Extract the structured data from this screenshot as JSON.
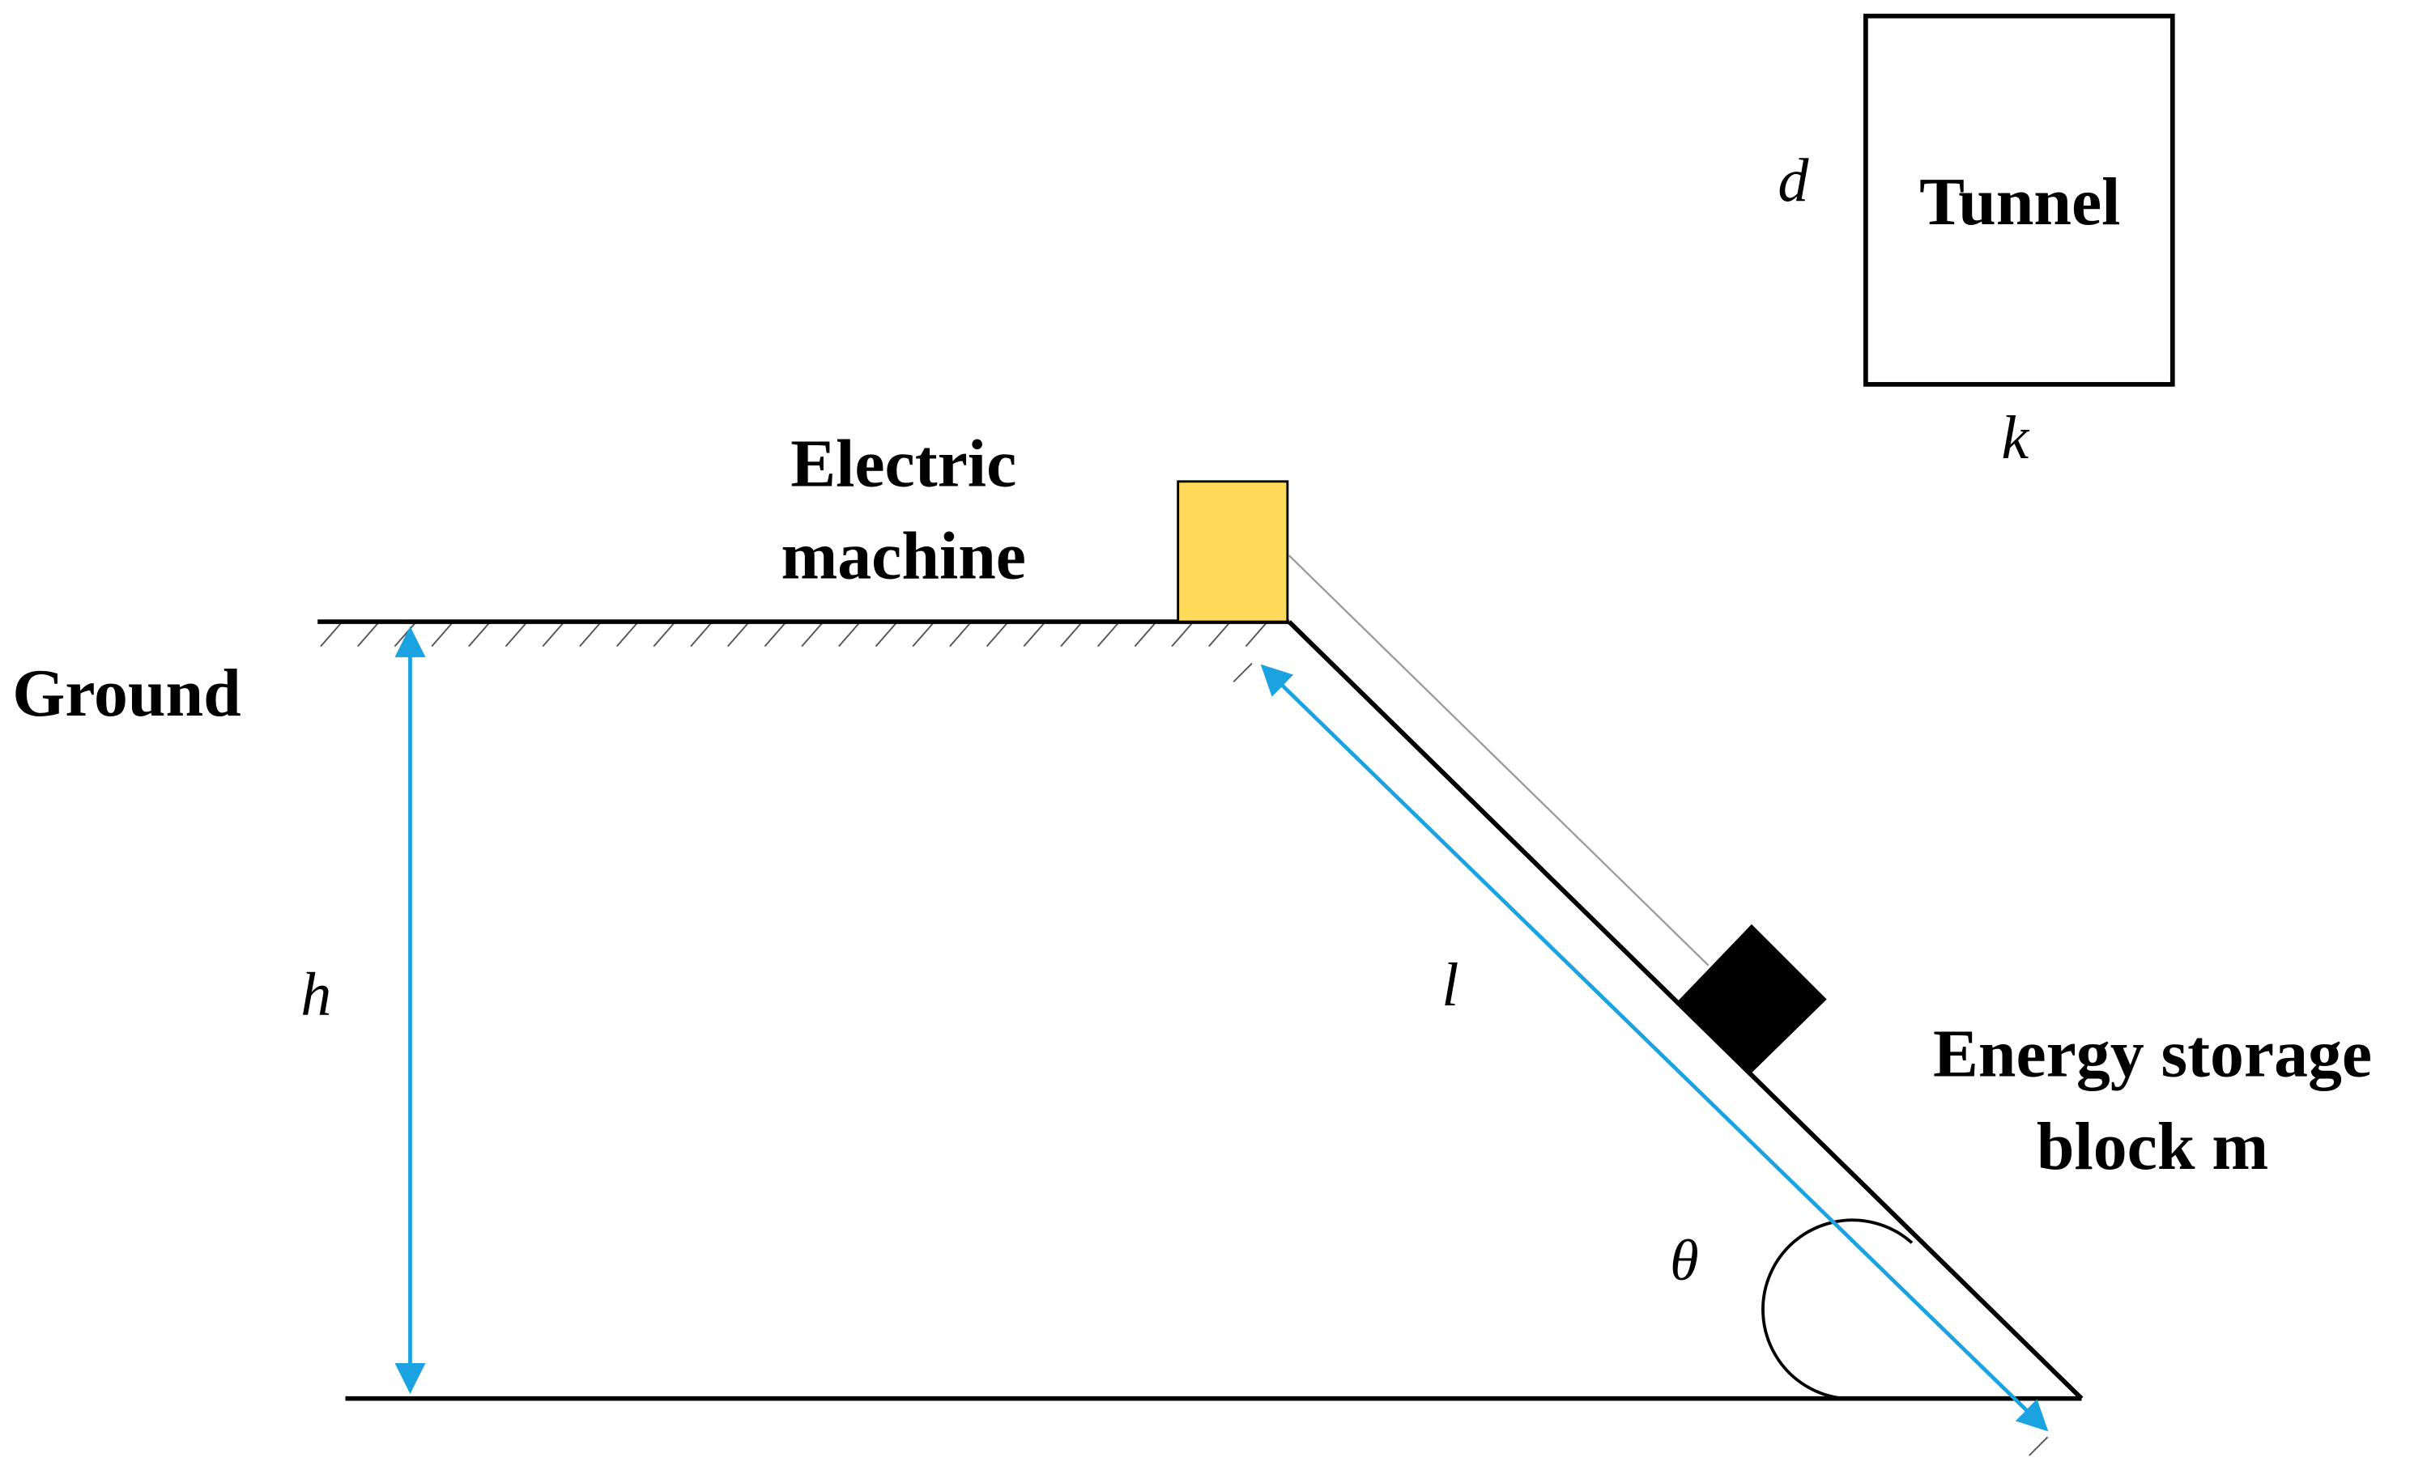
{
  "labels": {
    "ground": "Ground",
    "electric_machine_line1": "Electric",
    "electric_machine_line2": "machine",
    "tunnel": "Tunnel",
    "energy_block_line1": "Energy storage",
    "energy_block_line2": "block m",
    "symbol_h": "h",
    "symbol_l": "l",
    "symbol_theta": "θ",
    "symbol_d": "d",
    "symbol_k": "k"
  },
  "colors": {
    "stroke": "#000000",
    "dimension_arrow": "#1aa3e0",
    "electric_machine_fill": "#ffd95a",
    "energy_block_fill": "#000000",
    "cable": "#9a9a9a"
  }
}
